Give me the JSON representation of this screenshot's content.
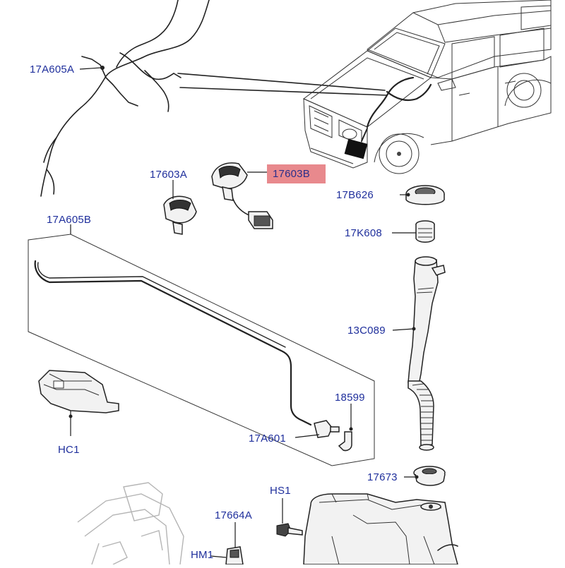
{
  "labels": {
    "hose_upper": "17A605A",
    "jet_left": "17603A",
    "jet_right": "17603B",
    "hose_lower": "17A605B",
    "cap": "17B626",
    "filter": "17K608",
    "filler_neck": "13C089",
    "clip": "18599",
    "connector": "17A601",
    "bracket": "HC1",
    "grommet": "17673",
    "bolt": "HS1",
    "pump": "17664A",
    "harness": "HM1"
  },
  "colors": {
    "label_text": "#1f2f9c",
    "highlight": "#e8898d",
    "line": "#222222"
  }
}
